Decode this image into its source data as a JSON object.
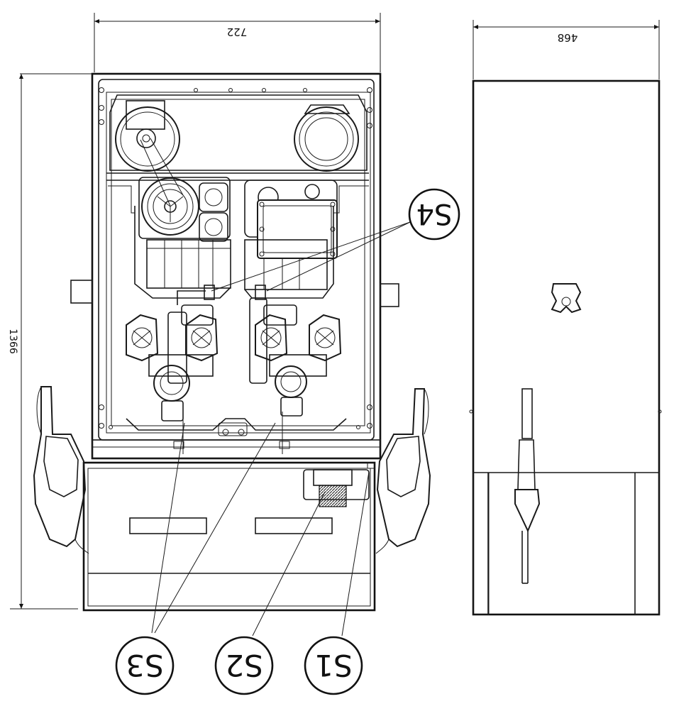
{
  "dimensions": {
    "front_width": "722",
    "side_width": "468",
    "front_height": "1366"
  },
  "callouts": {
    "s1": "S1",
    "s2": "S2",
    "s3": "S3",
    "s4": "S4"
  },
  "colors": {
    "line": "#1a1a1a",
    "background": "#ffffff",
    "hatch": "#333333"
  }
}
